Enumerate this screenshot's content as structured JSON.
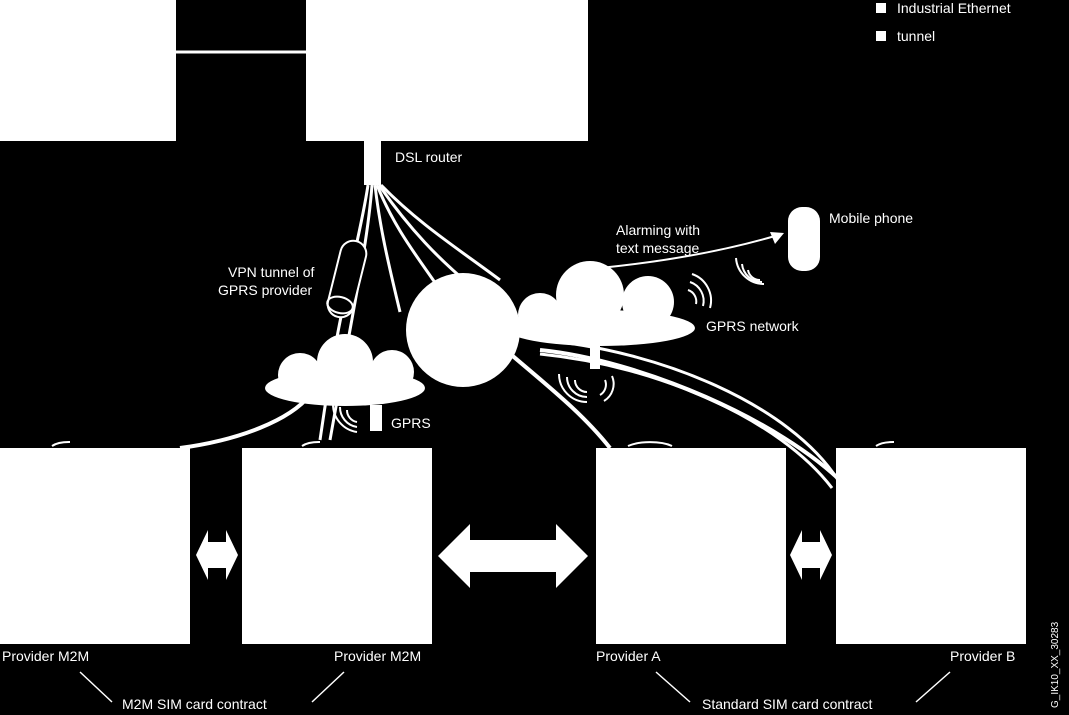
{
  "legend": {
    "items": [
      {
        "label": "Industrial Ethernet",
        "icon": "square-swatch-icon"
      },
      {
        "label": "tunnel",
        "icon": "square-swatch-icon"
      }
    ]
  },
  "labels": {
    "dsl_router": "DSL router",
    "mobile_phone": "Mobile phone",
    "alarming_line1": "Alarming with",
    "alarming_line2": "text message",
    "vpn_line1": "VPN tunnel of",
    "vpn_line2": "GPRS provider",
    "gprs_network": "GPRS network",
    "gprs": "GPRS",
    "provider_m2m_left": "Provider M2M",
    "provider_m2m_right": "Provider M2M",
    "provider_a": "Provider A",
    "provider_b": "Provider B",
    "m2m_contract": "M2M SIM card contract",
    "standard_contract": "Standard SIM card contract"
  },
  "doc_id": "G_IK10_XX_30283",
  "colors": {
    "background": "#000000",
    "foreground": "#ffffff"
  }
}
